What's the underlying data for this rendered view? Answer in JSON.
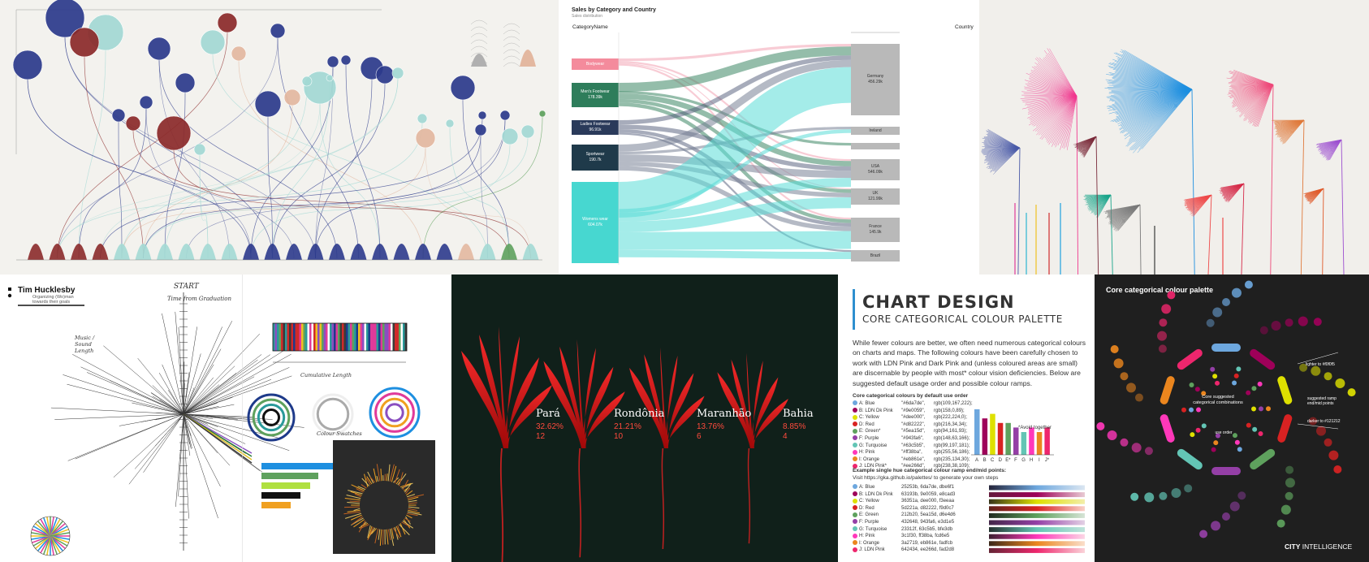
{
  "p2": {
    "title": "Sales by Category and Country",
    "subtitle": "Sales distribution",
    "left_header": "CategoryName",
    "right_header": "Country"
  },
  "p5": {
    "states": [
      {
        "name": "Pará",
        "pct": "32.62%",
        "count": "12"
      },
      {
        "name": "Rondônia",
        "pct": "21.21%",
        "count": "10"
      },
      {
        "name": "Maranhão",
        "pct": "13.76%",
        "count": "6"
      },
      {
        "name": "Bahia",
        "pct": "8.85%",
        "count": "4"
      }
    ]
  },
  "p6": {
    "title": "CHART DESIGN",
    "subtitle": "CORE CATEGORICAL COLOUR PALETTE",
    "para": "While fewer colours are better, we often need numerous categorical colours on charts and maps. The following colours have been carefully chosen to work with LDN Pink and Dark Pink and (unless coloured areas are small) are discernable by people with most* colour vision deficiencies. Below are suggested default usage order and possible colour ramps.",
    "list_heading": "Core categorical colours by default use order",
    "ramp_heading": "Example single hue categorical colour ramp end/mid points:",
    "ramp_link": "Visit https://gka.github.io/palettes/ to generate your own steps",
    "avoid_note": "*Avoid together",
    "bar_labels": [
      "A",
      "B",
      "C",
      "D",
      "E*",
      "F",
      "G",
      "H",
      "I",
      "J*"
    ],
    "colours": [
      {
        "name": "A: Blue",
        "hex": "#6da7de",
        "rgb": "rgb(109,167,222)",
        "ramp": "25253b, 6da7de, dbe6f1",
        "color": "#6da7de"
      },
      {
        "name": "B: LDN Dk Pink",
        "hex": "#9e0059",
        "rgb": "rgb(158,0,89)",
        "ramp": "63193b, 9e0059, e8cad3",
        "color": "#9e0059"
      },
      {
        "name": "C: Yellow",
        "hex": "#dee000",
        "rgb": "rgb(222,224,0)",
        "ramp": "36351a, dee000, f3eeaa",
        "color": "#dee000"
      },
      {
        "name": "D: Red",
        "hex": "#d82222",
        "rgb": "rgb(216,34,34)",
        "ramp": "5d221a, d82222, f9d0c7",
        "color": "#d82222"
      },
      {
        "name": "E: Green*",
        "hex": "#5ea15d",
        "rgb": "rgb(94,161,93)",
        "ramp": "212b20, 5ea15d, d6e4d6",
        "color": "#5ea15d"
      },
      {
        "name": "F: Purple",
        "hex": "#943fa6",
        "rgb": "rgb(148,63,166)",
        "ramp": "432648, 943fa6, e3d1e5",
        "color": "#943fa6"
      },
      {
        "name": "G: Turquoise",
        "hex": "#63c5b5",
        "rgb": "rgb(99,197,181)",
        "ramp": "23312f, 63c5b5, bfe3db",
        "color": "#63c5b5"
      },
      {
        "name": "H: Pink",
        "hex": "#ff38ba",
        "rgb": "rgb(255,56,186)",
        "ramp": "3c1f30, ff38ba, fcd6e5",
        "color": "#ff38ba"
      },
      {
        "name": "I: Orange",
        "hex": "#eb861e",
        "rgb": "rgb(235,134,30)",
        "ramp": "3a2719, eb861e, fadfcb",
        "color": "#eb861e"
      },
      {
        "name": "J: LDN Pink*",
        "hex": "#ee266d",
        "rgb": "rgb(238,38,109)",
        "ramp": "642434, ee266d, fad2d8",
        "color": "#ee266d"
      }
    ],
    "ramp_names": [
      "A: Blue",
      "B: LDN Dk Pink",
      "C: Yellow",
      "D: Red",
      "E: Green",
      "F: Purple",
      "G: Turquoise",
      "H: Pink",
      "I: Orange",
      "J: LDN Pink"
    ]
  },
  "p7": {
    "title": "Core categorical colour palette",
    "center": "Core suggested categorical combinations",
    "use_order": "use order",
    "lighter": "lighter to #f0f0f5",
    "ramp": "suggested ramp end/mid points",
    "darker": "darker to #121212",
    "logo_a": "CITY",
    "logo_b": " INTELLIGENCE"
  },
  "p4": {
    "name": "Tim Hucklesby",
    "subtitle": "Organizing (Wo)man towards their goals",
    "start": "START",
    "hand1": "Time from Graduation",
    "hand2": "Music / Sound Length",
    "hand3": "Cumulative Length",
    "hand4": "Colour Swatches"
  },
  "chart_data": [
    {
      "type": "sankey",
      "title": "Sales by Category and Country",
      "subtitle": "Sales distribution",
      "source_nodes": [
        {
          "name": "Bodywear",
          "value": ""
        },
        {
          "name": "Men's Footwear",
          "value": "178.39k"
        },
        {
          "name": "Ladies Footwear",
          "value": "96.91k"
        },
        {
          "name": "Sportwear",
          "value": "190.7k"
        },
        {
          "name": "Womens wear",
          "value": "604.07k"
        }
      ],
      "target_nodes": [
        {
          "name": "Germany",
          "value": "456.29k"
        },
        {
          "name": "Ireland",
          "value": ""
        },
        {
          "name": "USA",
          "value": "546.09k"
        },
        {
          "name": "UK",
          "value": "121.99k"
        },
        {
          "name": "France",
          "value": "145.9k"
        },
        {
          "name": "Brazil",
          "value": ""
        }
      ]
    },
    {
      "type": "bar",
      "categories": [
        "A",
        "B",
        "C",
        "D",
        "E*",
        "F",
        "G",
        "H",
        "I",
        "J*"
      ],
      "values": [
        10,
        8,
        9,
        7,
        7,
        6,
        5,
        6,
        5,
        6
      ]
    },
    {
      "type": "pictogram",
      "categories": [
        "Pará",
        "Rondônia",
        "Maranhão",
        "Bahia"
      ],
      "values": [
        32.62,
        21.21,
        13.76,
        8.85
      ],
      "counts": [
        12,
        10,
        6,
        4
      ]
    }
  ]
}
